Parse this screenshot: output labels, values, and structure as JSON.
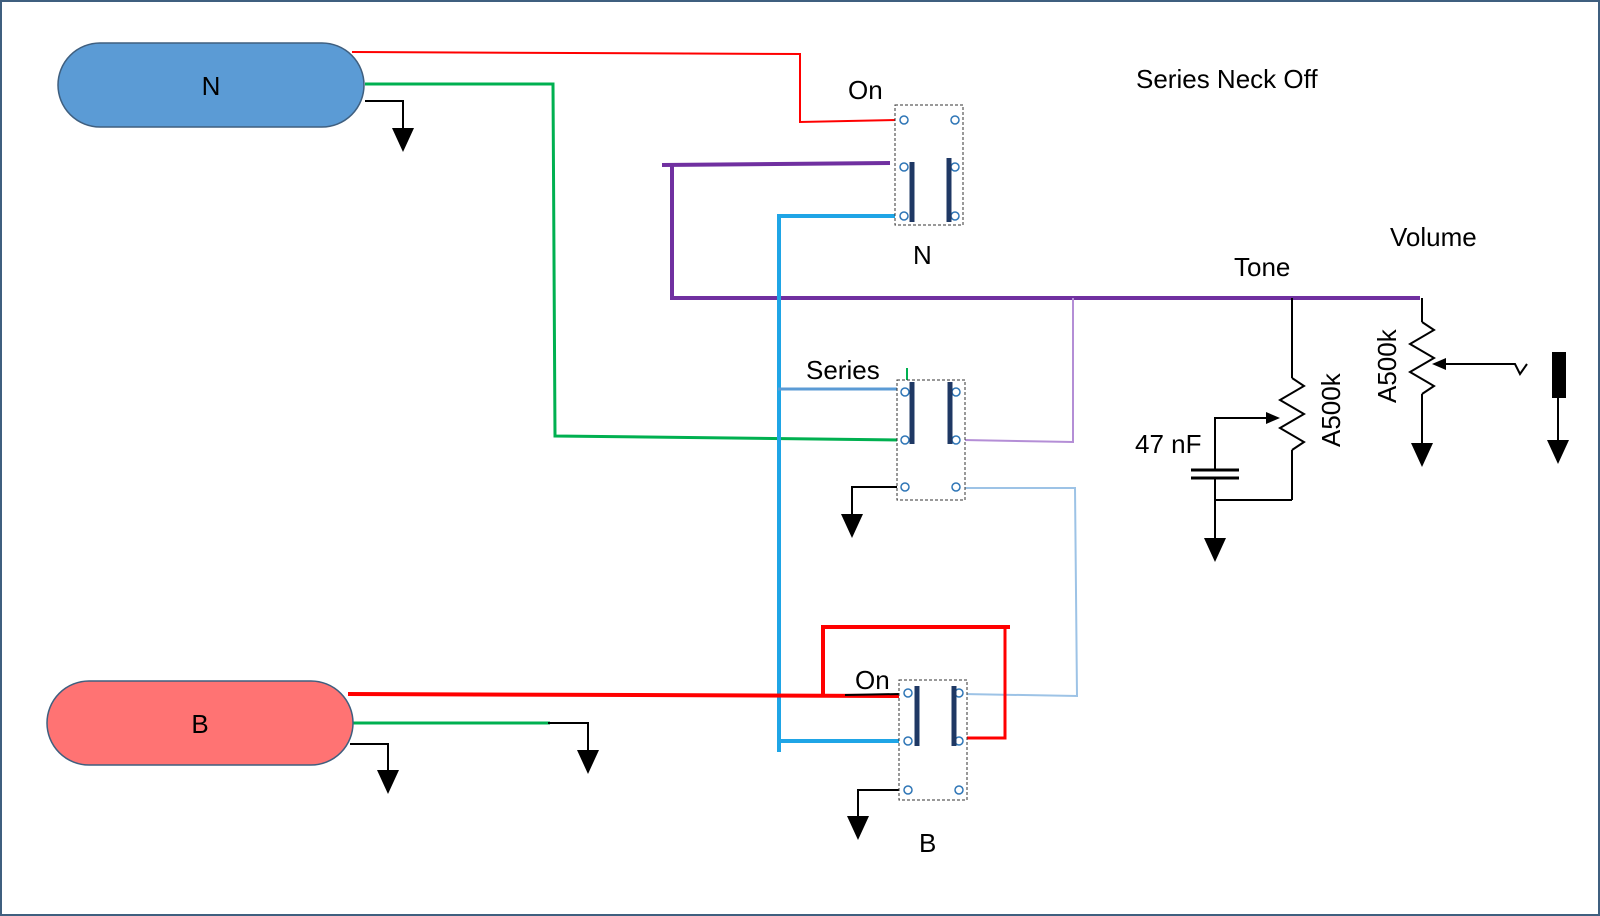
{
  "title": "Series Neck Off",
  "pickups": {
    "neck": {
      "label": "N",
      "color": "#5b9bd5"
    },
    "bridge": {
      "label": "B",
      "color": "#ff7373"
    }
  },
  "switches": {
    "neck": {
      "name": "N",
      "on_label": "On"
    },
    "series": {
      "name": "Series"
    },
    "bridge": {
      "name": "B",
      "on_label": "On"
    }
  },
  "controls": {
    "tone": {
      "label": "Tone",
      "pot": "A500k",
      "cap": "47 nF"
    },
    "volume": {
      "label": "Volume",
      "pot": "A500k"
    }
  },
  "wire_colors": {
    "red": "#ff0000",
    "green": "#00b050",
    "purple": "#7030a0",
    "light_purple": "#b48ed6",
    "blue": "#1fa5e6",
    "steel_blue": "#5b9bd5",
    "light_blue": "#9dc3e6",
    "black": "#000000"
  }
}
